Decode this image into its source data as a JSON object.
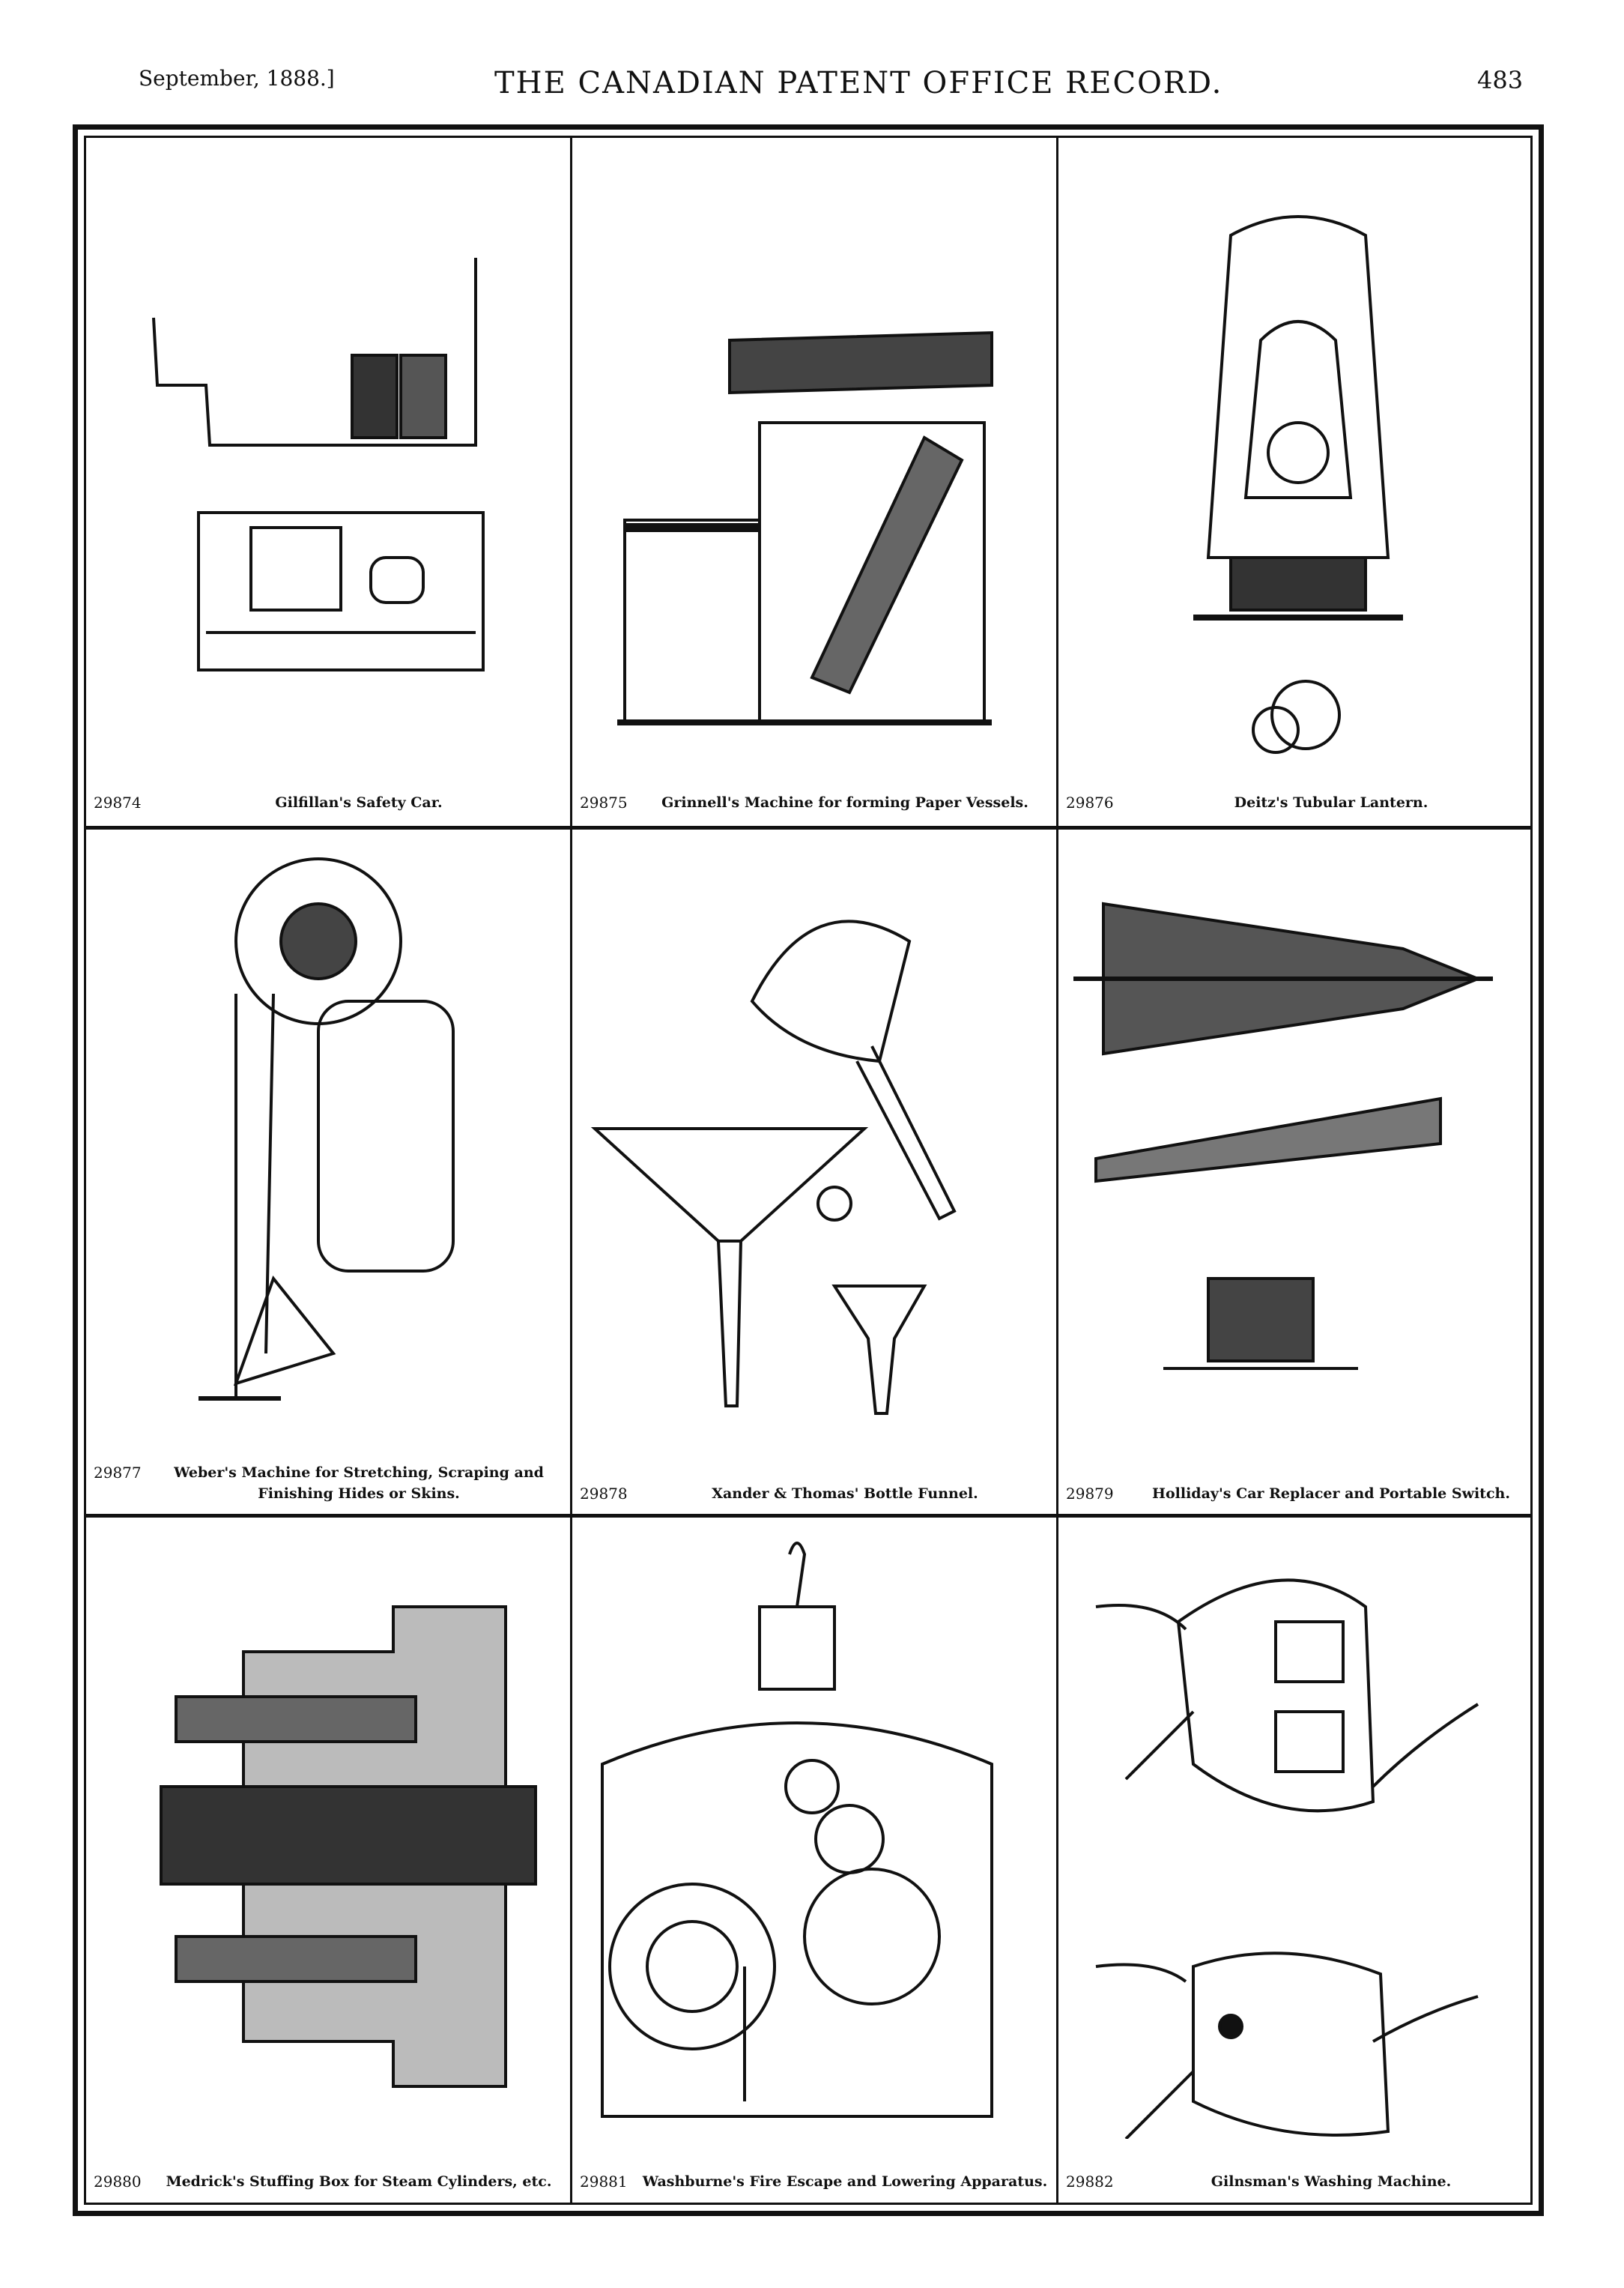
{
  "header": {
    "date": "September, 1888.]",
    "title": "THE CANADIAN PATENT OFFICE RECORD.",
    "page_number": "483"
  },
  "patents": [
    {
      "number": "29874",
      "title": "Gilfillan's Safety Car."
    },
    {
      "number": "29875",
      "title": "Grinnell's Machine for forming Paper Vessels."
    },
    {
      "number": "29876",
      "title": "Deitz's Tubular Lantern."
    },
    {
      "number": "29877",
      "title": "Weber's Machine for Stretching, Scraping and Finishing Hides or Skins."
    },
    {
      "number": "29878",
      "title": "Xander & Thomas' Bottle Funnel."
    },
    {
      "number": "29879",
      "title": "Holliday's Car Replacer and Portable Switch."
    },
    {
      "number": "29880",
      "title": "Medrick's Stuffing Box for Steam Cylinders, etc."
    },
    {
      "number": "29881",
      "title": "Washburne's Fire Escape and Lowering Apparatus."
    },
    {
      "number": "29882",
      "title": "Gilnsman's Washing Machine."
    }
  ]
}
